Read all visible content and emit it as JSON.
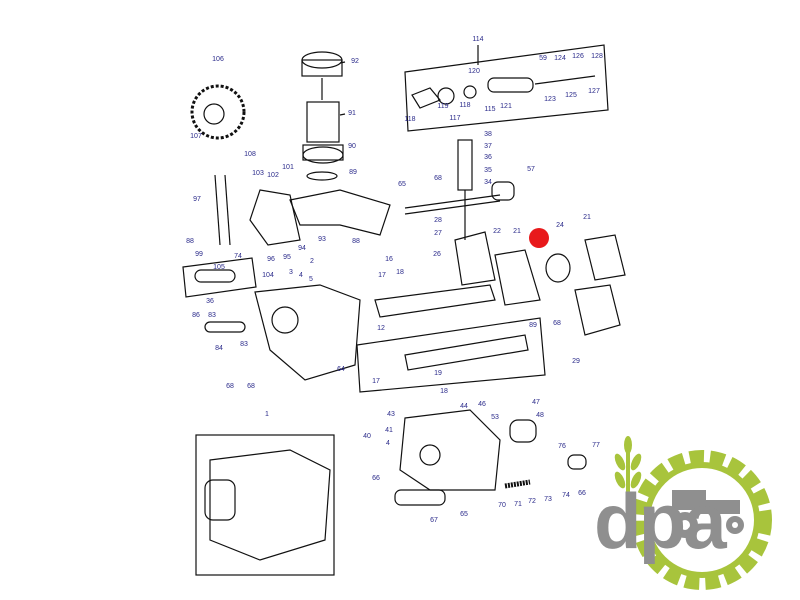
{
  "diagram": {
    "labels": [
      "106",
      "107",
      "92",
      "91",
      "90",
      "89",
      "108",
      "103",
      "102",
      "101",
      "97",
      "88",
      "99",
      "74",
      "96",
      "95",
      "94",
      "93",
      "88",
      "65",
      "68",
      "57",
      "114",
      "59",
      "124",
      "126",
      "128",
      "120",
      "118",
      "119",
      "118",
      "115",
      "121",
      "123",
      "125",
      "127",
      "117",
      "38",
      "37",
      "36",
      "35",
      "34",
      "28",
      "27",
      "26",
      "22",
      "21",
      "24",
      "21",
      "2",
      "3",
      "4",
      "5",
      "104",
      "105",
      "16",
      "17",
      "18",
      "86",
      "36",
      "83",
      "84",
      "83",
      "12",
      "64",
      "68",
      "68",
      "19",
      "17",
      "18",
      "89",
      "68",
      "29",
      "1",
      "43",
      "41",
      "40",
      "4",
      "44",
      "46",
      "47",
      "48",
      "53",
      "76",
      "77",
      "66",
      "67",
      "65",
      "70",
      "71",
      "72",
      "73",
      "74",
      "66"
    ],
    "highlight_color": "#e8191b"
  },
  "logo": {
    "text": "dpa",
    "green": "#a8c43c",
    "gray": "#8f8f8f"
  }
}
